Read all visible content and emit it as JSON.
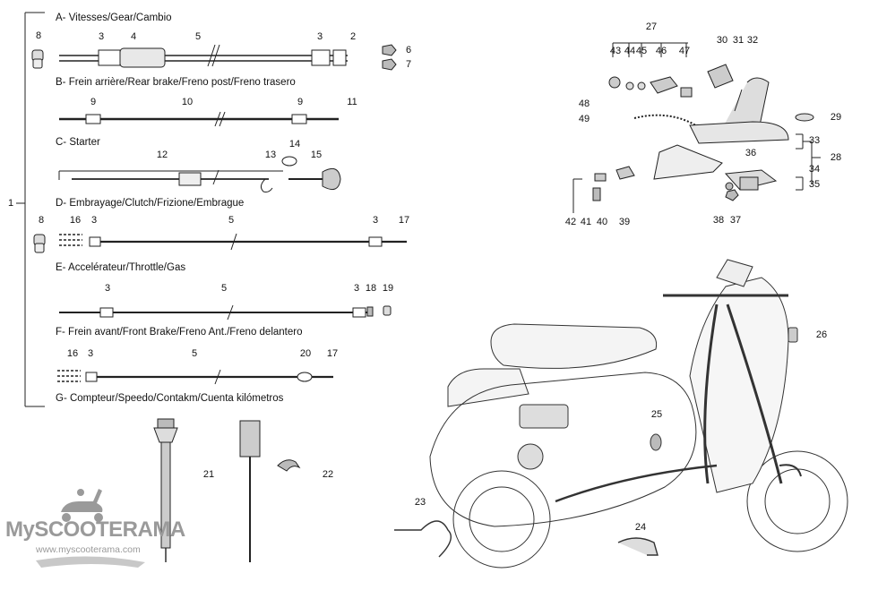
{
  "sections": {
    "a": "A- Vitesses/Gear/Cambio",
    "b": "B- Frein arrière/Rear brake/Freno post/Freno trasero",
    "c": "C- Starter",
    "d": "D- Embrayage/Clutch/Frizione/Embrague",
    "e": "E- Accelérateur/Throttle/Gas",
    "f": "F- Frein avant/Front Brake/Freno Ant./Freno delantero",
    "g": "G- Compteur/Speedo/Contakm/Cuenta kilómetros"
  },
  "part_numbers": {
    "bracket_1": "1",
    "a_8": "8",
    "a_3l": "3",
    "a_4": "4",
    "a_5": "5",
    "a_3r": "3",
    "a_2": "2",
    "a_6": "6",
    "a_7": "7",
    "b_9l": "9",
    "b_10": "10",
    "b_9r": "9",
    "b_11": "11",
    "c_12": "12",
    "c_13": "13",
    "c_14": "14",
    "c_15": "15",
    "d_8": "8",
    "d_16": "16",
    "d_3l": "3",
    "d_5": "5",
    "d_3r": "3",
    "d_17": "17",
    "e_3l": "3",
    "e_5": "5",
    "e_3r": "3",
    "e_18": "18",
    "e_19": "19",
    "f_16": "16",
    "f_3": "3",
    "f_5": "5",
    "f_20": "20",
    "f_17": "17",
    "g_21": "21",
    "g_22": "22",
    "s_23": "23",
    "s_24": "24",
    "s_25": "25",
    "s_26": "26",
    "k_27": "27",
    "k_43": "43",
    "k_44": "44",
    "k_45": "45",
    "k_46": "46",
    "k_47": "47",
    "k_30": "30",
    "k_31": "31",
    "k_32": "32",
    "k_48": "48",
    "k_49": "49",
    "k_29": "29",
    "k_33": "33",
    "k_28": "28",
    "k_36": "36",
    "k_34": "34",
    "k_35": "35",
    "k_42": "42",
    "k_41": "41",
    "k_40": "40",
    "k_39": "39",
    "k_38": "38",
    "k_37": "37"
  },
  "logo": {
    "brand": "MySCOOTERAMA",
    "url": "www.myscooterama.com"
  },
  "colors": {
    "ink": "#111111",
    "logo_grey": "#9a9a9a"
  }
}
